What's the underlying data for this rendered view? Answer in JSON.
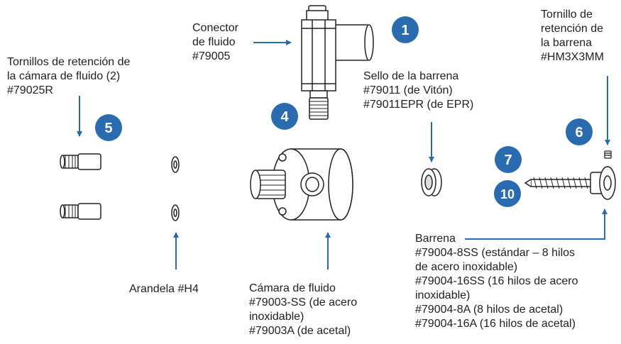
{
  "colors": {
    "accent": "#2a6bb0",
    "badge_text": "#ffffff",
    "line": "#222222"
  },
  "badges": {
    "b1": "1",
    "b4": "4",
    "b5": "5",
    "b6": "6",
    "b7": "7",
    "b10": "10"
  },
  "labels": {
    "conector": {
      "l1": "Conector",
      "l2": "de fluido",
      "l3": "#79005"
    },
    "tornillos_camara": {
      "l1": "Tornillos de retención de",
      "l2": "la cámara de fluido (2)",
      "l3": "#79025R"
    },
    "sello": {
      "l1": "Sello de la barrena",
      "l2": "#79011 (de Vitón)",
      "l3": "#79011EPR (de EPR)"
    },
    "tornillo_barrena": {
      "l1": "Tornillo de",
      "l2": "retención de",
      "l3": "la barrena",
      "l4": "#HM3X3MM"
    },
    "arandela": {
      "l1": "Arandela #H4"
    },
    "camara": {
      "l1": "Cámara de fluido",
      "l2": "#79003-SS (de acero",
      "l3": "inoxidable)",
      "l4": "#79003A (de acetal)"
    },
    "barrena": {
      "l1": "Barrena",
      "l2": "#79004-8SS (estándar – 8 hilos",
      "l3": "de acero inoxidable)",
      "l4": "#79004-16SS (16 hilos de acero",
      "l5": "inoxidable)",
      "l6": "#79004-8A (8 hilos de acetal)",
      "l7": "#79004-16A (16 hilos de acetal)"
    }
  }
}
